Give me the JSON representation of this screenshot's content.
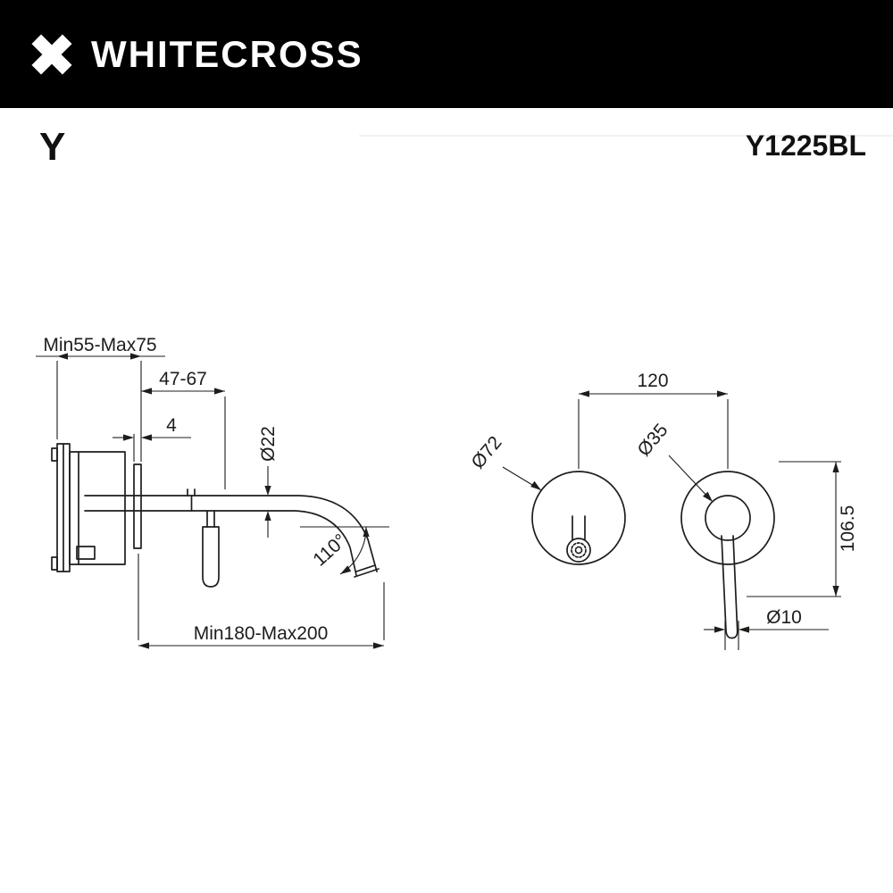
{
  "header": {
    "brand": "WHITECROSS",
    "logo_icon": "whitecross-x-logo"
  },
  "product": {
    "series": "Y",
    "model": "Y1225BL"
  },
  "side_view": {
    "wall_depth": "Min55-Max75",
    "concealed_depth": "47-67",
    "trim_thickness": "4",
    "spout_diameter": "Ø22",
    "spout_angle": "110°",
    "spout_reach": "Min180-Max200"
  },
  "front_view": {
    "plate_spacing": "120",
    "spout_plate_diameter": "Ø72",
    "handle_base_diameter": "Ø35",
    "handle_height": "106.5",
    "lever_diameter": "Ø10"
  },
  "colors": {
    "header_bg": "#000000",
    "line": "#1d1d1b",
    "page_bg": "#ffffff"
  }
}
